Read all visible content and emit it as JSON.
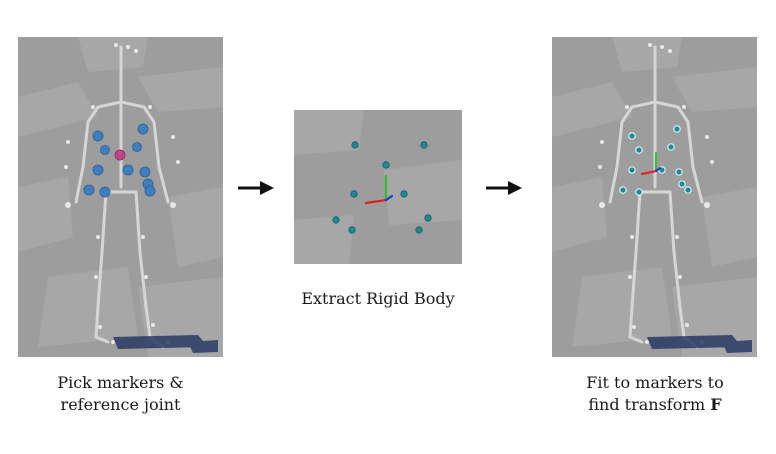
{
  "captions": {
    "left_line1": "Pick markers &",
    "left_line2": "reference joint",
    "middle": "Extract Rigid Body",
    "right_line1": "Fit to markers to",
    "right_line2": "find transform",
    "right_symbol": "F"
  },
  "colors": {
    "background_floor": "#9b9c9b",
    "floor_tile_light": "#a9aaa9",
    "skeleton": "#d6d6d6",
    "picked_marker": "#3f7fbf",
    "reference_joint": "#c0458a",
    "rigid_body_marker": "#1e8a94",
    "axis_x": "#e0201c",
    "axis_y": "#2fc22f",
    "axis_z": "#2233cc",
    "arrow": "#111111"
  },
  "icons": {
    "arrow_1": "right-arrow-icon",
    "arrow_2": "right-arrow-icon"
  }
}
